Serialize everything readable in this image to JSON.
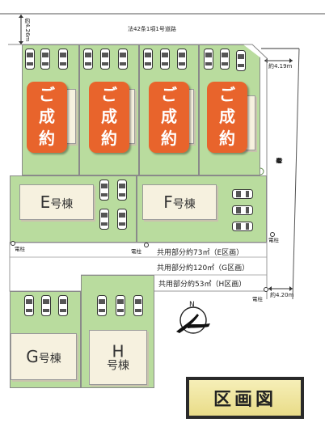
{
  "roads": {
    "north_road": "法42条1項1号道路",
    "east_road_chars": [
      "法",
      "42",
      "条",
      "1",
      "項",
      "1",
      "号",
      "道",
      "路"
    ]
  },
  "dimensions": {
    "top_left": "約4.26m",
    "top_right": "約4.19m",
    "bottom_right": "約4.20m"
  },
  "poles": {
    "label": "電柱"
  },
  "sold": {
    "chars": [
      "ご",
      "成",
      "約"
    ]
  },
  "buildings": {
    "E": {
      "letter": "E",
      "suffix": "号棟"
    },
    "F": {
      "letter": "F",
      "suffix": "号棟"
    },
    "G": {
      "letter": "G",
      "suffix": "号棟"
    },
    "H": {
      "letter": "H",
      "suffix": "号棟"
    }
  },
  "common_areas": [
    {
      "text": "共用部分約73㎡（E区画）"
    },
    {
      "text": "共用部分約120㎡（G区画）"
    },
    {
      "text": "共用部分約53㎡（H区画）"
    }
  ],
  "compass": {
    "label": "N"
  },
  "site_plan_button": {
    "label": "区画図"
  },
  "colors": {
    "lot_green": "#b9dc9e",
    "sold_badge": "#e8642c",
    "house": "#f6f1df"
  }
}
